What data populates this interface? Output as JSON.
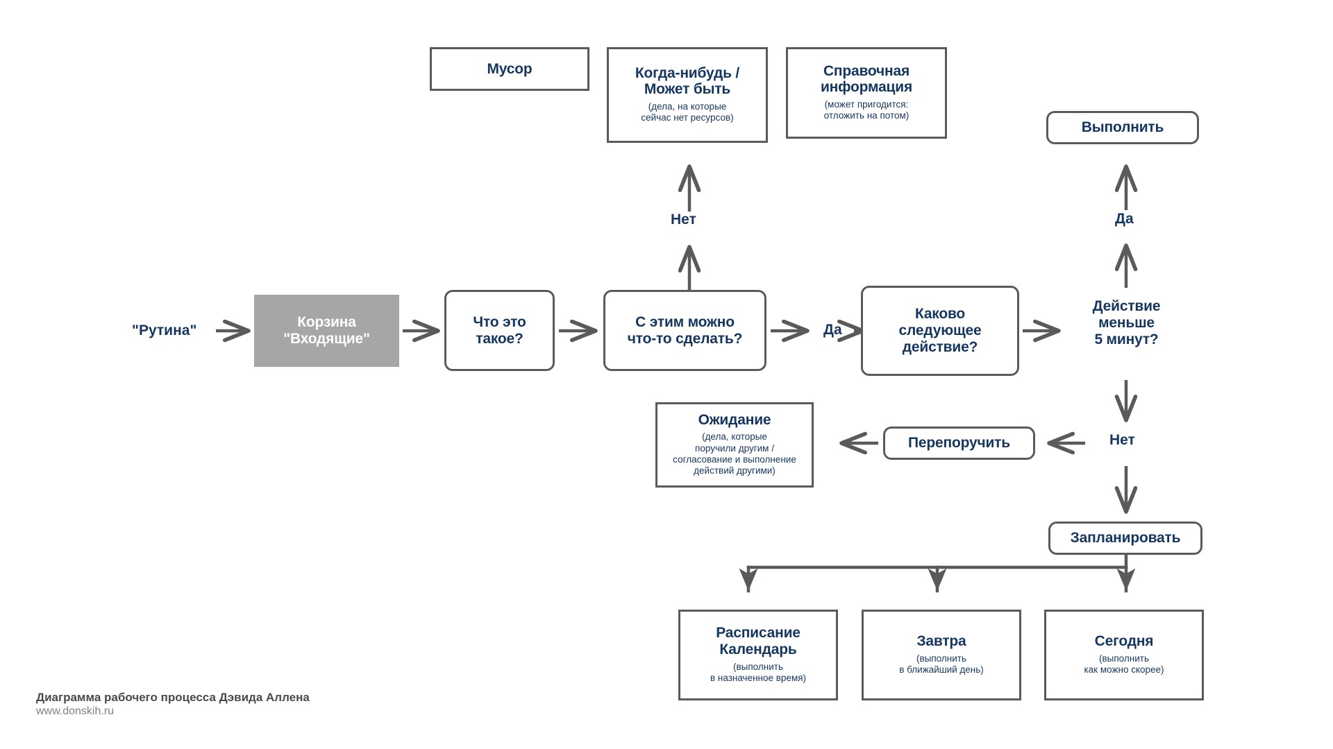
{
  "diagram": {
    "title_caption": "Диаграмма  рабочего процесса Дэвида Аллена",
    "source_url": "www.donskih.ru",
    "colors": {
      "text_navy": "#15365e",
      "border_gray": "#5a5a5a",
      "fill_gray": "#a6a6a6",
      "arrow_gray": "#5a5a5a",
      "background": "#ffffff",
      "footer_bold": "#4a4a4a",
      "footer_url": "#808080"
    },
    "nodes": {
      "routine": {
        "label": "\"Рутина\""
      },
      "inbox": {
        "title": "Корзина\n\"Входящие\""
      },
      "what_is_it": {
        "title": "Что это\nтакое?"
      },
      "can_do": {
        "title": "С этим можно\nчто-то сделать?"
      },
      "trash": {
        "title": "Мусор"
      },
      "someday": {
        "title": "Когда-нибудь /\nМожет быть",
        "sub": "(дела, на которые\nсейчас нет ресурсов)"
      },
      "reference": {
        "title": "Справочная\nинформация",
        "sub": "(может пригодится:\nотложить на потом)"
      },
      "next_action": {
        "title": "Каково\nследующее\nдействие?"
      },
      "under_five": {
        "title": "Действие\nменьше\n5 минут?"
      },
      "do_it": {
        "title": "Выполнить"
      },
      "delegate": {
        "title": "Перепоручить"
      },
      "waiting": {
        "title": "Ожидание",
        "sub": "(дела, которые\nпоручили другим /\nсогласование и выполнение\nдействий другими)"
      },
      "schedule": {
        "title": "Запланировать"
      },
      "calendar": {
        "title": "Расписание\nКалендарь",
        "sub": "(выполнить\nв назначенное время)"
      },
      "tomorrow": {
        "title": "Завтра",
        "sub": "(выполнить\nв ближайший день)"
      },
      "today": {
        "title": "Сегодня",
        "sub": "(выполнить\nкак можно скорее)"
      }
    },
    "edge_labels": {
      "can_do_no": "Нет",
      "can_do_yes": "Да",
      "under_five_yes": "Да",
      "under_five_no": "Нет"
    }
  }
}
